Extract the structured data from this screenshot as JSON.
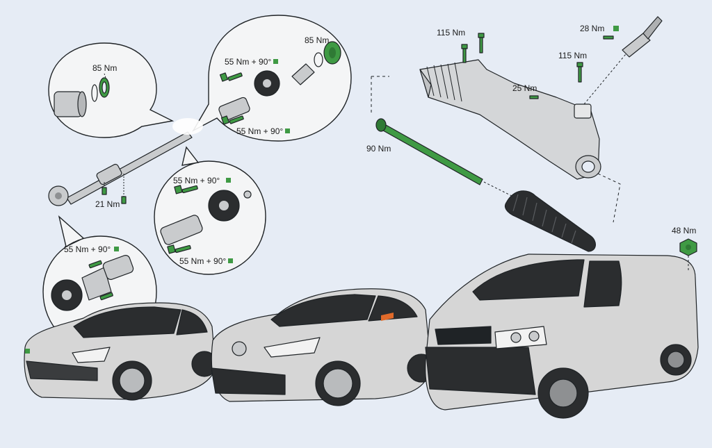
{
  "colors": {
    "background": "#e6ecf5",
    "bolt_green": "#3f9a44",
    "car_body": "#d6d6d6",
    "dark_trim": "#2b2d2f",
    "metal": "#c9cbcd"
  },
  "labels": {
    "rack_115_left": "115 Nm",
    "rack_28": "28 Nm",
    "rack_115_right": "115 Nm",
    "rack_25": "25 Nm",
    "tie_rod_90": "90 Nm",
    "van_48": "48 Nm",
    "shaft_21": "21 Nm",
    "bubble1_85": "85 Nm",
    "bubble2_85": "85 Nm",
    "bubble2_55_top": "55 Nm + 90°",
    "bubble2_55_bottom": "55 Nm + 90°",
    "bubble3_55_top": "55 Nm + 90°",
    "bubble3_55_bottom": "55 Nm + 90°",
    "bubble4_55": "55 Nm + 90°"
  },
  "icons": [
    "bolt-icon",
    "nut-icon",
    "square-marker-icon"
  ]
}
